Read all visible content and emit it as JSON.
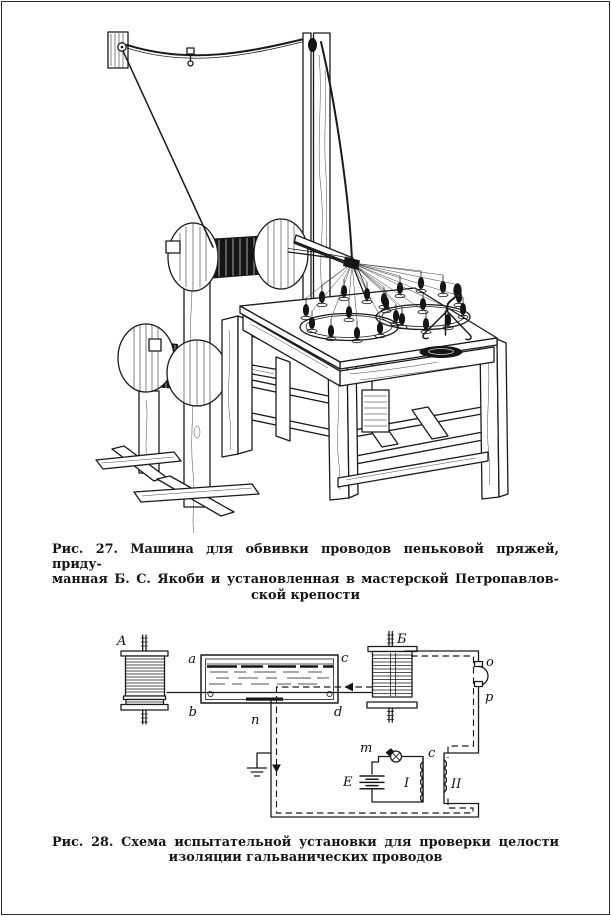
{
  "page": {
    "background": "#ffffff",
    "ink": "#1a1a1a",
    "border_color": "#2e2e2e"
  },
  "figure27": {
    "caption_lines": [
      "Рис. 27. Машина для обвивки проводов пеньковой пряжей, приду-",
      "манная Б. С. Якоби и установленная в мастерской Петропавлов-",
      "ской крепости"
    ]
  },
  "figure28": {
    "caption_lines": [
      "Рис. 28. Схема испытательной установки для проверки целости",
      "изоляции гальванических проводов"
    ],
    "labels": {
      "spool_left": "A",
      "spool_right": "Б",
      "trough_top_left": "a",
      "trough_bottom_left": "b",
      "trough_top_right": "c",
      "trough_bottom_right": "d",
      "electrode": "n",
      "receiver_top": "o",
      "receiver_bottom": "p",
      "interrupter": "m",
      "battery": "E",
      "primary_coil": "I",
      "coil_top": "c",
      "secondary_coil": "II"
    }
  }
}
